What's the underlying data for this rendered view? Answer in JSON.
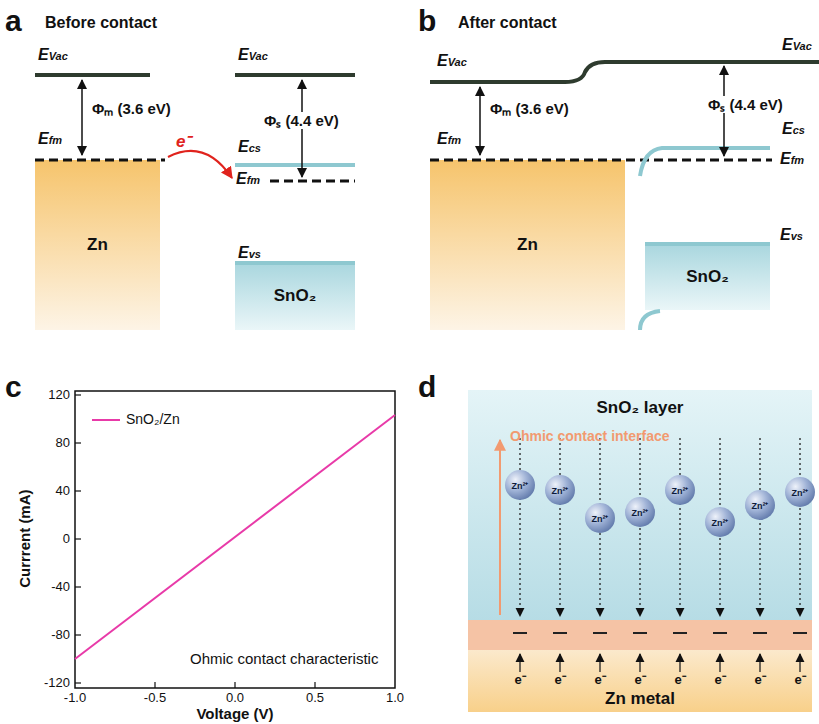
{
  "diagram": {
    "nodes": [
      {
        "text": [
          "Zn"
        ]
      },
      {
        "text": [
          "SnO₂"
        ]
      },
      {
        "text": [
          "Zn"
        ]
      },
      {
        "text": [
          "SnO₂"
        ]
      },
      {
        "text": [
          "SnO₂ layer"
        ]
      },
      {
        "text": [
          "Zn²⁺"
        ],
        "in": 4
      },
      {
        "text": [
          "Zn²⁺"
        ],
        "in": 4
      },
      {
        "text": [
          "Zn²⁺"
        ],
        "in": 4
      },
      {
        "text": [
          "Zn²⁺"
        ],
        "in": 4
      },
      {
        "text": [
          "Zn²⁺"
        ],
        "in": 4
      },
      {
        "text": [
          "Zn²⁺"
        ],
        "in": 4
      },
      {
        "text": [
          "Zn²⁺"
        ],
        "in": 4
      },
      {
        "text": [
          "Zn²⁺"
        ],
        "in": 4
      },
      {
        "text": [
          "Zn metal"
        ]
      }
    ],
    "labels": [
      "a",
      "Before contact",
      "EVac",
      "Φₘ (3.6 eV)",
      "Efm",
      "e⁻",
      "EVac",
      "Φₛ (4.4 eV)",
      "Ecs",
      "Efm",
      "Evs",
      "b",
      "After contact",
      "EVac",
      "Φₘ (3.6 eV)",
      "Efm",
      "EVac",
      "Φₛ (4.4 eV)",
      "Ecs",
      "Efm",
      "Evs",
      "c",
      "120",
      "80",
      "40",
      "0",
      "-40",
      "-80",
      "-120",
      "-1.0",
      "-0.5",
      "0.0",
      "0.5",
      "1.0",
      "Currrent (mA)",
      "Voltage (V)",
      "Ohmic contact characteristic",
      "d",
      "Ohmic contact interface",
      "e⁻",
      "e⁻",
      "e⁻",
      "e⁻",
      "e⁻",
      "e⁻",
      "e⁻",
      "e⁻"
    ],
    "legend": [
      {
        "text": "SnO₂/Zn"
      }
    ]
  }
}
